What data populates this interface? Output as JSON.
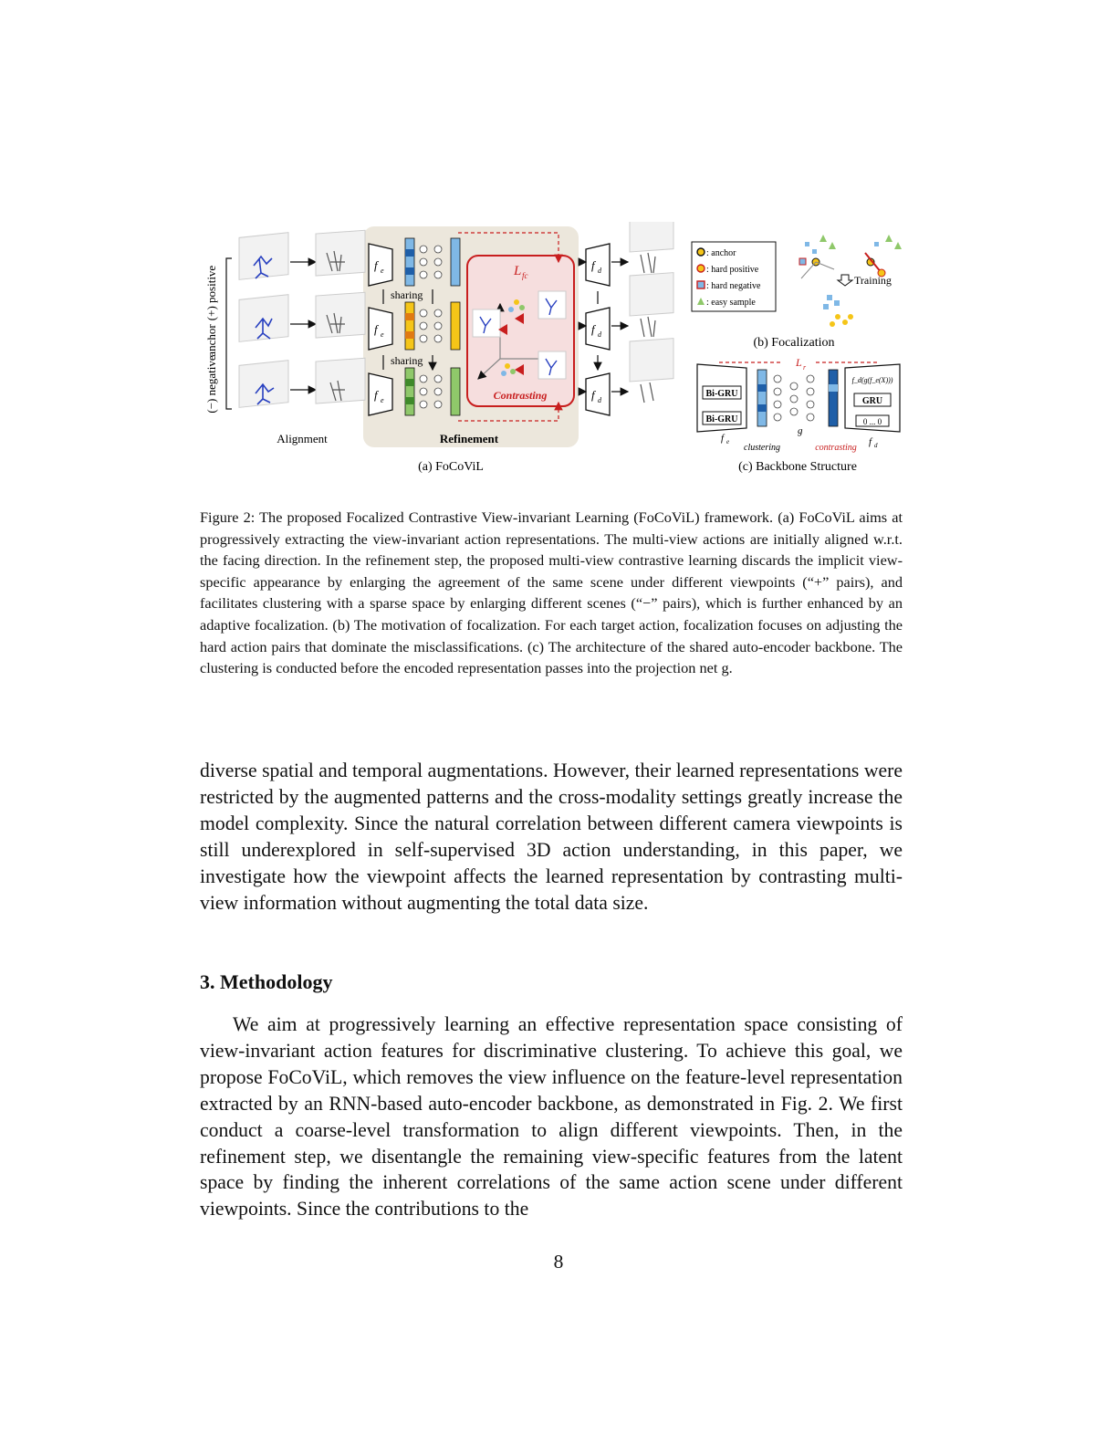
{
  "figure": {
    "panel_a_label": "(a) FoCoViL",
    "panel_b_label": "(b) Focalization",
    "panel_c_label": "(c) Backbone Structure",
    "alignment_label": "Alignment",
    "refinement_label": "Refinement",
    "sharing_label": "sharing",
    "contrasting_label": "Contrasting",
    "loss_fc_label": "L",
    "loss_fc_sub": "fc",
    "loss_r_label": "L",
    "loss_r_sub": "r",
    "encoder_label": "f",
    "encoder_sub": "e",
    "decoder_label": "f",
    "decoder_sub": "d",
    "row_positive_label": "(+) positive",
    "row_anchor_label": "anchor",
    "row_negative_label": "(−) negative",
    "legend": {
      "anchor": ": anchor",
      "hard_positive": ": hard positive",
      "hard_negative": ": hard negative",
      "easy_sample": ": easy sample"
    },
    "training_label": "Training",
    "bigru_label": "Bi-GRU",
    "gru_label": "GRU",
    "g_label": "g",
    "clustering_label": "clustering",
    "contrasting_small_label": "contrasting",
    "decoder_input_label": "f_d(g(f_e(X)))",
    "zeros_label": "0 ... 0",
    "colors": {
      "refinement_bg": "#ece7dc",
      "loss_red": "#c81e1e",
      "skeleton_blue": "#2840c0",
      "anchor_yellow": "#f5c518",
      "blue_dark": "#1f5fa8",
      "blue_light": "#7fb8e6"
    }
  },
  "caption": {
    "text": "Figure 2: The proposed Focalized Contrastive View-invariant Learning (FoCoViL) framework. (a) FoCoViL aims at progressively extracting the view-invariant action representations. The multi-view actions are initially aligned w.r.t. the facing direction. In the refinement step, the proposed multi-view contrastive learning discards the implicit view-specific appearance by enlarging the agreement of the same scene under different viewpoints (“+” pairs), and facilitates clustering with a sparse space by enlarging different scenes (“−” pairs), which is further enhanced by an adaptive focalization. (b) The motivation of focalization. For each target action, focalization focuses on adjusting the hard action pairs that dominate the misclassifications. (c) The architecture of the shared auto-encoder backbone. The clustering is conducted before the encoded representation passes into the projection net g."
  },
  "paragraph1": "diverse spatial and temporal augmentations. However, their learned representations were restricted by the augmented patterns and the cross-modality settings greatly increase the model complexity. Since the natural correlation between different camera viewpoints is still underexplored in self-supervised 3D action understanding, in this paper, we investigate how the viewpoint affects the learned representation by contrasting multi-view information without augmenting the total data size.",
  "section_heading": "3. Methodology",
  "paragraph2": "We aim at progressively learning an effective representation space consisting of view-invariant action features for discriminative clustering. To achieve this goal, we propose FoCoViL, which removes the view influence on the feature-level representation extracted by an RNN-based auto-encoder backbone, as demonstrated in Fig. 2. We first conduct a coarse-level transformation to align different viewpoints. Then, in the refinement step, we disentangle the remaining view-specific features from the latent space by finding the inherent correlations of the same action scene under different viewpoints. Since the contributions to the",
  "page_number": "8"
}
